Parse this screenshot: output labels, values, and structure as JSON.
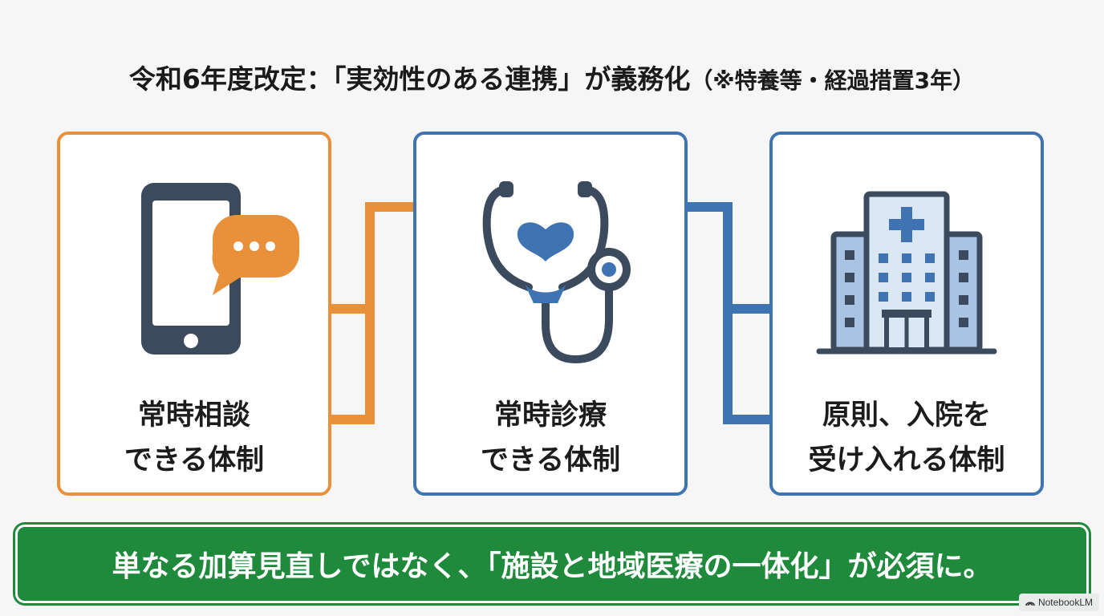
{
  "title": {
    "main": "令和6年度改定：「実効性のある連携」が義務化",
    "note": "（※特養等・経過措置3年）"
  },
  "cards": [
    {
      "line1": "常時相談",
      "line2": "できる体制",
      "icon": "smartphone-chat-icon",
      "color": "#e8913a"
    },
    {
      "line1": "常時診療",
      "line2": "できる体制",
      "icon": "stethoscope-heart-icon",
      "color": "#3f73b2"
    },
    {
      "line1": "原則、入院を",
      "line2": "受け入れる体制",
      "icon": "hospital-building-icon",
      "color": "#3f73b2"
    }
  ],
  "banner": {
    "text": "単なる加算見直しではなく、「施設と地域医療の一体化」が必須に。",
    "color": "#1f8a3c"
  },
  "brand": {
    "label": "NotebookLM"
  }
}
